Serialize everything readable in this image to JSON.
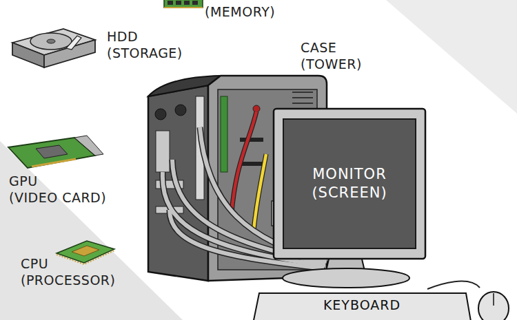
{
  "diagram": {
    "nodes": [
      {
        "text": [
          "MONITOR (SCREEN)"
        ]
      },
      {
        "text": [
          "KEYBOARD"
        ]
      }
    ],
    "labels": [
      "(MEMORY)",
      "HDD",
      "(STORAGE)",
      "CASE",
      "(TOWER)",
      "GPU",
      "(VIDEO CARD)",
      "CPU",
      "(PROCESSOR)"
    ]
  }
}
